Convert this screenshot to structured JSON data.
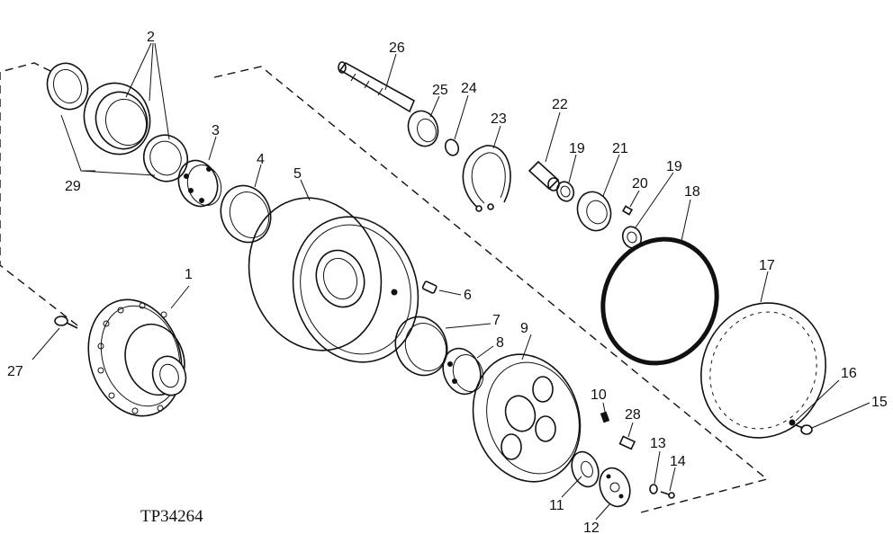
{
  "figure_id": "TP34264",
  "callouts": {
    "c1": "1",
    "c2": "2",
    "c3": "3",
    "c4": "4",
    "c5": "5",
    "c6": "6",
    "c7": "7",
    "c8": "8",
    "c9": "9",
    "c10": "10",
    "c11": "11",
    "c12": "12",
    "c13": "13",
    "c14": "14",
    "c15": "15",
    "c16": "16",
    "c17": "17",
    "c18": "18",
    "c19a": "19",
    "c19b": "19",
    "c20": "20",
    "c21": "21",
    "c22": "22",
    "c23": "23",
    "c24": "24",
    "c25": "25",
    "c26": "26",
    "c27": "27",
    "c28": "28",
    "c29": "29"
  }
}
